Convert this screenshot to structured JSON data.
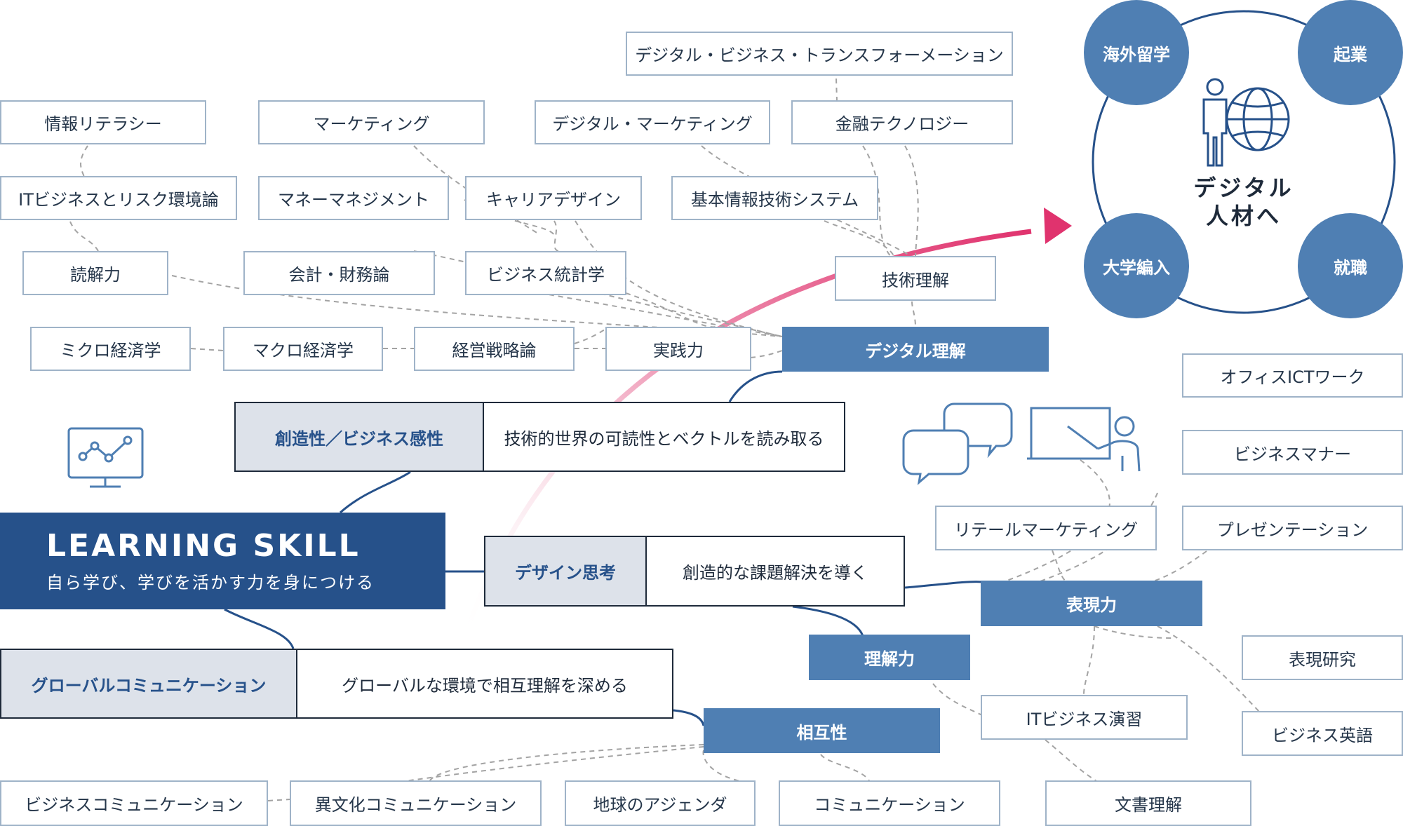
{
  "main": {
    "title": "LEARNING SKILL",
    "subtitle": "自ら学び、学びを活かす力を身につける"
  },
  "pillars": [
    {
      "label": "創造性／ビジネス感性",
      "desc": "技術的世界の可読性とベクトルを読み取る"
    },
    {
      "label": "デザイン思考",
      "desc": "創造的な課題解決を導く"
    },
    {
      "label": "グローバルコミュニケーション",
      "desc": "グローバルな環境で相互理解を深める"
    }
  ],
  "hubs": {
    "digital": "デジタル理解",
    "expression": "表現力",
    "understanding": "理解力",
    "mutuality": "相互性",
    "tech": "技術理解",
    "practice": "実践力"
  },
  "skills": {
    "dbt": "デジタル・ビジネス・トランスフォーメーション",
    "info_literacy": "情報リテラシー",
    "marketing": "マーケティング",
    "digital_marketing": "デジタル・マーケティング",
    "fintech": "金融テクノロジー",
    "it_risk": "ITビジネスとリスク環境論",
    "money_mgmt": "マネーマネジメント",
    "career": "キャリアデザイン",
    "basic_info": "基本情報技術システム",
    "reading": "読解力",
    "accounting": "会計・財務論",
    "stats": "ビジネス統計学",
    "micro": "ミクロ経済学",
    "macro": "マクロ経済学",
    "strategy": "経営戦略論",
    "office_ict": "オフィスICTワーク",
    "manners": "ビジネスマナー",
    "retail": "リテールマーケティング",
    "presentation": "プレゼンテーション",
    "expression_research": "表現研究",
    "it_practice": "ITビジネス演習",
    "english": "ビジネス英語",
    "biz_comm": "ビジネスコミュニケーション",
    "intercultural": "異文化コミュニケーション",
    "agenda": "地球のアジェンダ",
    "communication": "コミュニケーション",
    "doc": "文書理解"
  },
  "goal": {
    "title_line1": "デジタル",
    "title_line2": "人材へ",
    "options": [
      "海外留学",
      "起業",
      "大学編入",
      "就職"
    ]
  },
  "colors": {
    "navy": "#26518a",
    "hub_blue": "#4f7fb3",
    "arrow": "#e0336e",
    "box_border": "#9fb3c8"
  }
}
